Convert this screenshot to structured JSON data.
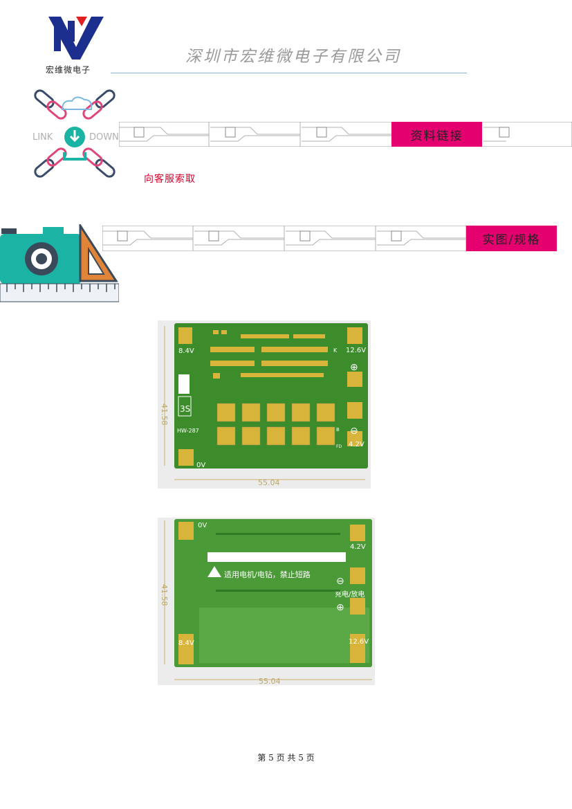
{
  "header": {
    "logo_text": "宏维微电子",
    "company": "深圳市宏维微电子有限公司"
  },
  "link_section": {
    "icon_left": "LINK",
    "icon_right": "DOWN",
    "badge": "资料链接",
    "contact": "向客服索取"
  },
  "photo_section": {
    "badge": "实图/规格"
  },
  "board_front": {
    "label_84": "8.4V",
    "label_126": "12.6V",
    "label_42": "4.2V",
    "label_0v": "0V",
    "model": "HW-287",
    "side_mark": "3S",
    "dim_width": "55.04",
    "dim_height": "41.58",
    "plus": "⊕",
    "minus": "⊖",
    "small_b": "B",
    "small_fd": "FD",
    "small_k": "K"
  },
  "board_back": {
    "label_0v": "0V",
    "label_42": "4.2V",
    "label_84": "8.4V",
    "label_126": "12.6V",
    "warning": "适用电机/电钻，禁止短路",
    "charge": "充电/放电",
    "plus": "⊕",
    "minus": "⊖",
    "dim_width": "55.04",
    "dim_height": "41.58"
  },
  "footer": {
    "page_text": "第 5 页 共 5 页"
  },
  "colors": {
    "badge": "#e4006e",
    "pcb_green": "#3f8f2d",
    "pad_gold": "#d9b43a",
    "teal": "#1bb3a3"
  }
}
